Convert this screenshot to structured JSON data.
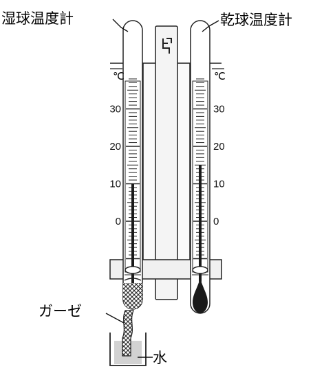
{
  "labels": {
    "wet_thermometer": "湿球温度計",
    "dry_thermometer": "乾球温度計",
    "gauze": "ガーゼ",
    "water": "水"
  },
  "scale": {
    "unit": "℃",
    "ticks": [
      "30",
      "20",
      "10",
      "0"
    ]
  },
  "readings": {
    "wet_bulb_celsius": 10,
    "dry_bulb_celsius": 15
  },
  "colors": {
    "outline": "#222222",
    "mercury": "#1a1a1a",
    "water": "#d2d2d2",
    "frame": "#f4f4f4"
  }
}
